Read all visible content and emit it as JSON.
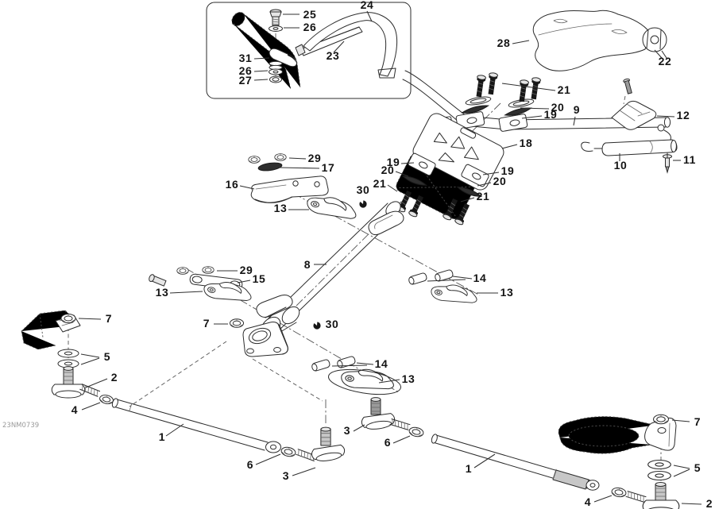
{
  "diagram": {
    "watermark": "23NM0739",
    "labels": {
      "1": "1",
      "2": "2",
      "3": "3",
      "4": "4",
      "5": "5",
      "6": "6",
      "7": "7",
      "8": "8",
      "9": "9",
      "10": "10",
      "11": "11",
      "12": "12",
      "13": "13",
      "14": "14",
      "15": "15",
      "16": "16",
      "17": "17",
      "18": "18",
      "19": "19",
      "20": "20",
      "21": "21",
      "22": "22",
      "23": "23",
      "24": "24",
      "25": "25",
      "26": "26",
      "27": "27",
      "28": "28",
      "29": "29",
      "30": "30",
      "31": "31"
    }
  }
}
